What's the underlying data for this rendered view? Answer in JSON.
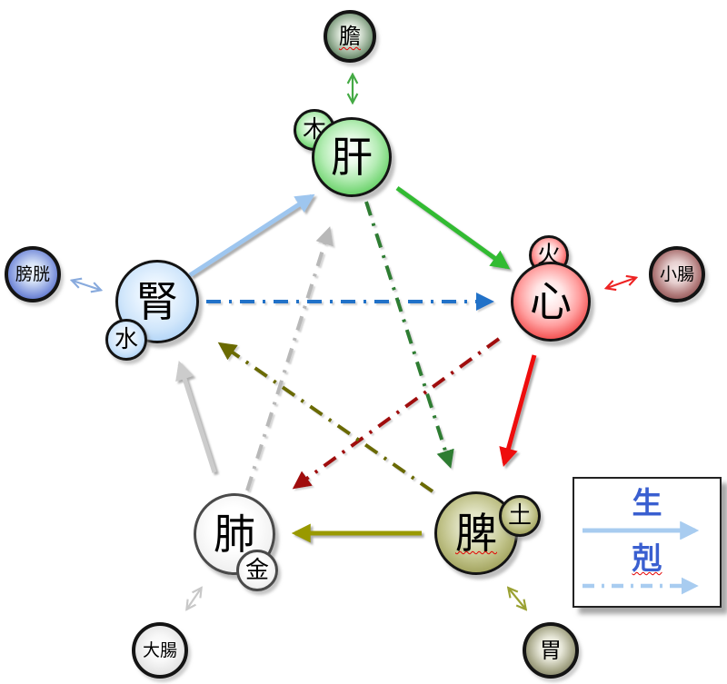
{
  "nodes": {
    "gallbladder": {
      "label": "膽"
    },
    "liver": {
      "label": "肝"
    },
    "wood": {
      "label": "木"
    },
    "heart": {
      "label": "心"
    },
    "fire": {
      "label": "火"
    },
    "small_intestine": {
      "label": "小腸"
    },
    "spleen": {
      "label": "脾"
    },
    "earth": {
      "label": "土"
    },
    "stomach": {
      "label": "胃"
    },
    "lung": {
      "label": "肺"
    },
    "metal": {
      "label": "金"
    },
    "large_intestine": {
      "label": "大腸"
    },
    "kidney": {
      "label": "腎"
    },
    "water": {
      "label": "水"
    },
    "bladder": {
      "label": "膀胱"
    }
  },
  "legend": {
    "generating_label": "生",
    "overcoming_label": "剋"
  },
  "relations": {
    "generating_cycle": [
      "腎→肝",
      "肝→心",
      "心→脾",
      "脾→肺",
      "肺→腎"
    ],
    "overcoming_cycle": [
      "腎→心",
      "心→肺",
      "肝→脾",
      "脾→腎",
      "肺→肝"
    ],
    "organ_pairs": [
      "膽↔肝",
      "小腸↔心",
      "胃↔脾",
      "大腸↔肺",
      "膀胱↔腎"
    ]
  },
  "palette": {
    "sheng_light_blue": "#9ec6ef",
    "sheng_green": "#33bb33",
    "sheng_red": "#ee1111",
    "sheng_olive": "#999900",
    "sheng_light_gray": "#cccccc",
    "ke_blue": "#2272c8",
    "ke_dark_red": "#a01010",
    "ke_dark_green": "#2e7d32",
    "ke_dark_olive": "#6b6b00",
    "ke_gray": "#b8b8b8",
    "pair_green": "#44aa44",
    "pair_light_blue": "#88aadd",
    "pair_red": "#ee2222",
    "pair_light_gray": "#c8c8c8",
    "pair_olive": "#9aa132",
    "legend_arrow_blue": "#a8ccf0",
    "legend_text_blue": "#3a5fd0"
  }
}
